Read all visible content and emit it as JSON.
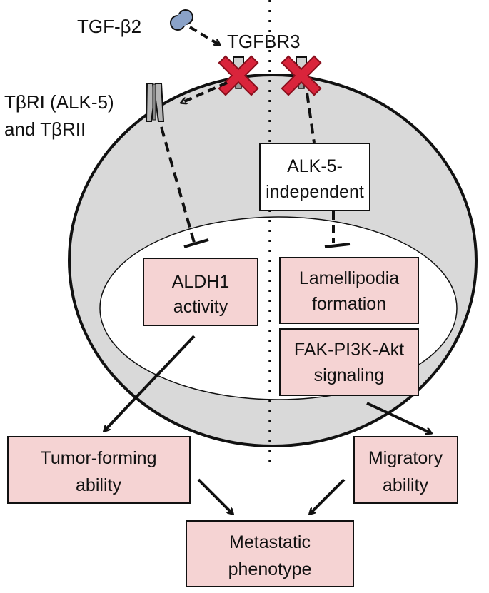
{
  "colors": {
    "cell": "#d9d9d9",
    "nucleus": "#ffffff",
    "pink_box": "#f5d3d3",
    "white_box": "#ffffff",
    "x_mark": "#d9243b",
    "ligand": "#8aa2c8",
    "receptor": "#a8a8a8",
    "line": "#111111"
  },
  "labels": {
    "ligand": "TGF-β2",
    "coreceptor": "TGFBR3",
    "receptor_line1": "TβRI (ALK-5)",
    "receptor_line2": "and TβRII"
  },
  "boxes": {
    "alk5_independent": [
      "ALK-5-",
      "independent"
    ],
    "aldh1": [
      "ALDH1",
      "activity"
    ],
    "lamellipodia": [
      "Lamellipodia",
      "formation"
    ],
    "fak": [
      "FAK-PI3K-Akt",
      "signaling"
    ],
    "tumor": [
      "Tumor-forming",
      "ability"
    ],
    "migratory": [
      "Migratory",
      "ability"
    ],
    "metastatic": [
      "Metastatic",
      "phenotype"
    ]
  },
  "icons": {
    "ligand": "ligand-molecule-icon",
    "receptor": "receptor-channel-icon",
    "block": "red-x-icon"
  }
}
